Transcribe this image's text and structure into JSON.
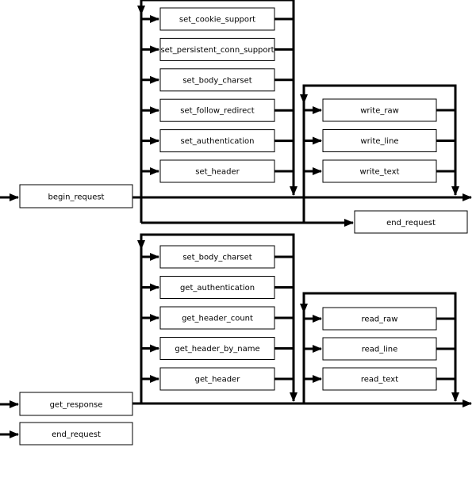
{
  "request": {
    "entry": "begin_request",
    "options": [
      "set_cookie_support",
      "set_persistent_conn_support",
      "set_body_charset",
      "set_follow_redirect",
      "set_authentication",
      "set_header"
    ],
    "writes": [
      "write_raw",
      "write_line",
      "write_text"
    ],
    "exit": "end_request"
  },
  "response": {
    "entry": "get_response",
    "options": [
      "set_body_charset",
      "get_authentication",
      "get_header_count",
      "get_header_by_name",
      "get_header"
    ],
    "reads": [
      "read_raw",
      "read_line",
      "read_text"
    ],
    "exit": "end_request"
  }
}
